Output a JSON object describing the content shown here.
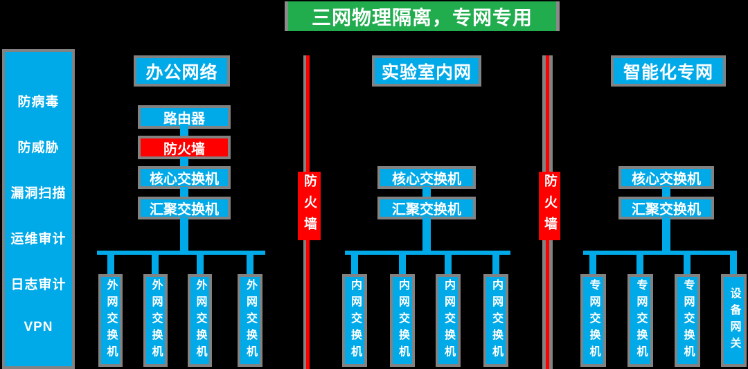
{
  "title": {
    "text": "三网物理隔离，专网专用"
  },
  "colors": {
    "blue": "#00a9e8",
    "green": "#21ac4e",
    "red": "#fe0000",
    "border_gray": "#828282",
    "text": "#ffffff",
    "background": "#000000"
  },
  "sidebar": {
    "items": [
      {
        "label": "防病毒"
      },
      {
        "label": "防威胁"
      },
      {
        "label": "漏洞扫描"
      },
      {
        "label": "运维审计"
      },
      {
        "label": "日志审计"
      },
      {
        "label": "VPN"
      }
    ]
  },
  "sections": [
    {
      "header": "办公网络",
      "stack": [
        "路由器",
        "防火墙",
        "核心交换机",
        "汇聚交换机"
      ],
      "leaves": [
        "外网交换机",
        "外网交换机",
        "外网交换机",
        "外网交换机"
      ]
    },
    {
      "header": "实验室内网",
      "stack": [
        "核心交换机",
        "汇聚交换机"
      ],
      "leaves": [
        "内网交换机",
        "内网交换机",
        "内网交换机",
        "内网交换机"
      ]
    },
    {
      "header": "智能化专网",
      "stack": [
        "核心交换机",
        "汇聚交换机"
      ],
      "leaves": [
        "专网交换机",
        "专网交换机",
        "专网交换机",
        "设备网关"
      ]
    }
  ],
  "separators": [
    {
      "label": "防火墙"
    },
    {
      "label": "防火墙"
    }
  ]
}
